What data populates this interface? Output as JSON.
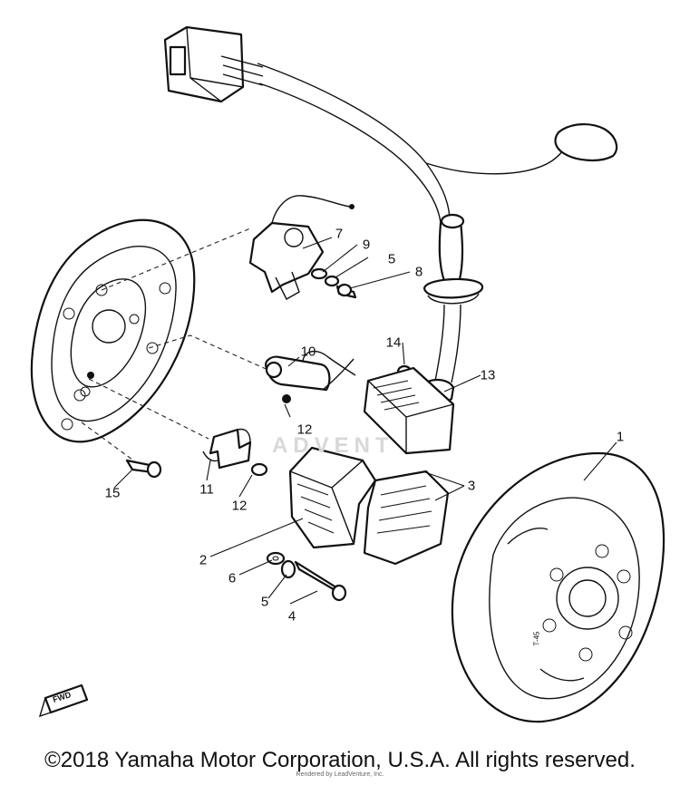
{
  "diagram": {
    "callouts": [
      {
        "id": "1",
        "text": "1"
      },
      {
        "id": "2",
        "text": "2"
      },
      {
        "id": "3",
        "text": "3"
      },
      {
        "id": "4",
        "text": "4"
      },
      {
        "id": "5a",
        "text": "5"
      },
      {
        "id": "5b",
        "text": "5"
      },
      {
        "id": "6",
        "text": "6"
      },
      {
        "id": "7",
        "text": "7"
      },
      {
        "id": "8",
        "text": "8"
      },
      {
        "id": "9",
        "text": "9"
      },
      {
        "id": "10",
        "text": "10"
      },
      {
        "id": "11",
        "text": "11"
      },
      {
        "id": "12a",
        "text": "12"
      },
      {
        "id": "12b",
        "text": "12"
      },
      {
        "id": "13",
        "text": "13"
      },
      {
        "id": "14",
        "text": "14"
      },
      {
        "id": "15",
        "text": "15"
      }
    ],
    "fwd_label": "FWD",
    "rotor_marking": "T-45"
  },
  "footer": {
    "copyright": "©2018 Yamaha Motor Corporation, U.S.A. All rights reserved.",
    "watermark_small": "Rendered by LeadVenture, Inc.",
    "watermark_center": "ADVENT"
  }
}
